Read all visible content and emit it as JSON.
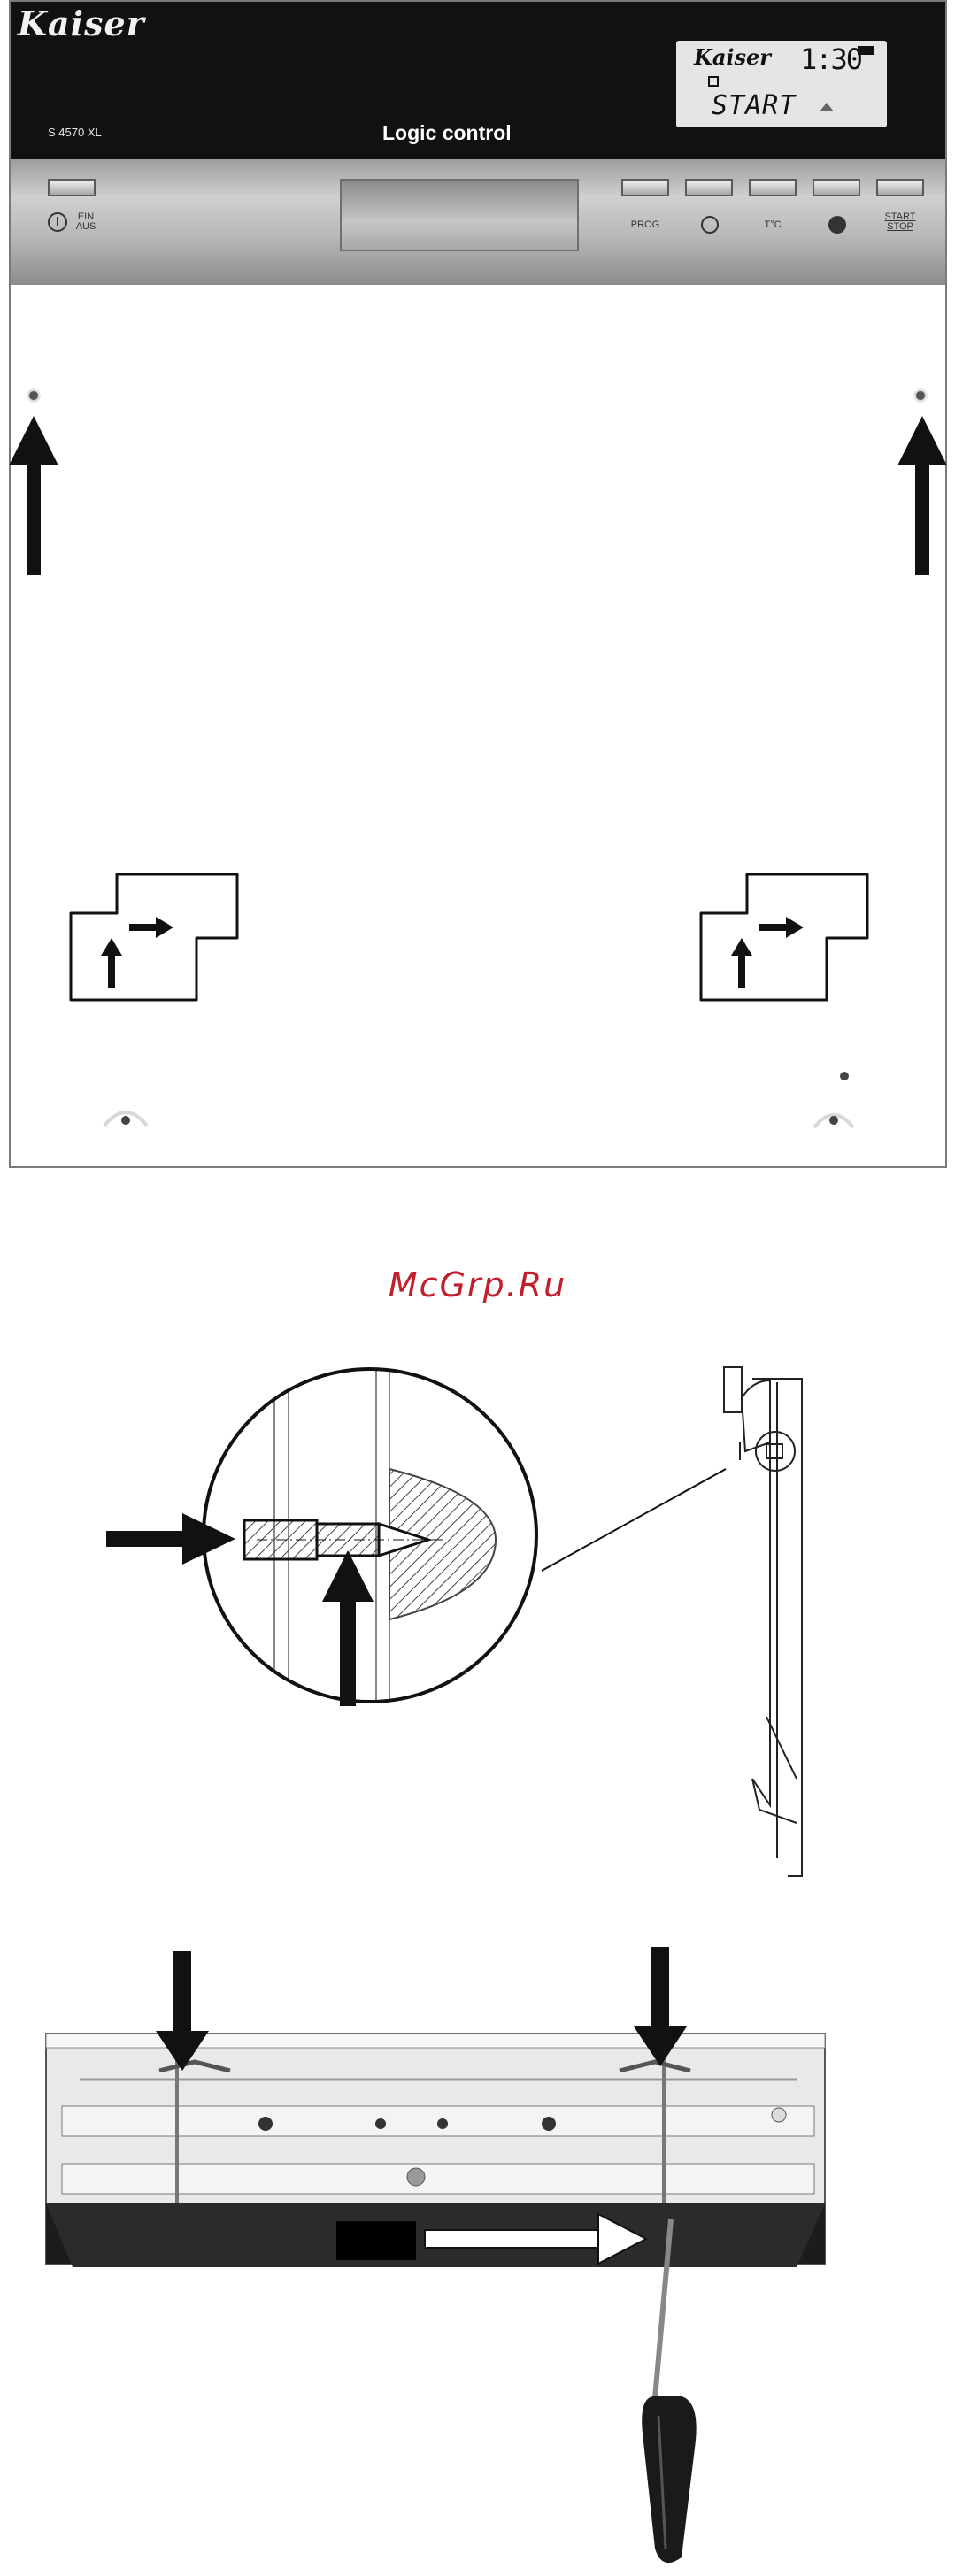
{
  "panel": {
    "brand": "Kaiser",
    "model": "S 4570 XL",
    "title": "Logic control",
    "display": {
      "brand": "Kaiser",
      "time": "1:30",
      "status": "START"
    },
    "buttons": [
      {
        "label": "EIN\nAUS",
        "icon": "power-icon"
      },
      {
        "label": "PROG",
        "icon": ""
      },
      {
        "label": "",
        "icon": "clock-icon"
      },
      {
        "label": "T°C",
        "icon": ""
      },
      {
        "label": "",
        "icon": "globe-icon"
      },
      {
        "label": "START\nSTOP",
        "icon": ""
      }
    ]
  },
  "watermark": "McGrp.Ru",
  "colors": {
    "watermark": "#c21f2d",
    "panel_top": "#111111",
    "steel": "#b9b9b9",
    "arrow": "#111111",
    "arrow_light": "#ffffff"
  }
}
